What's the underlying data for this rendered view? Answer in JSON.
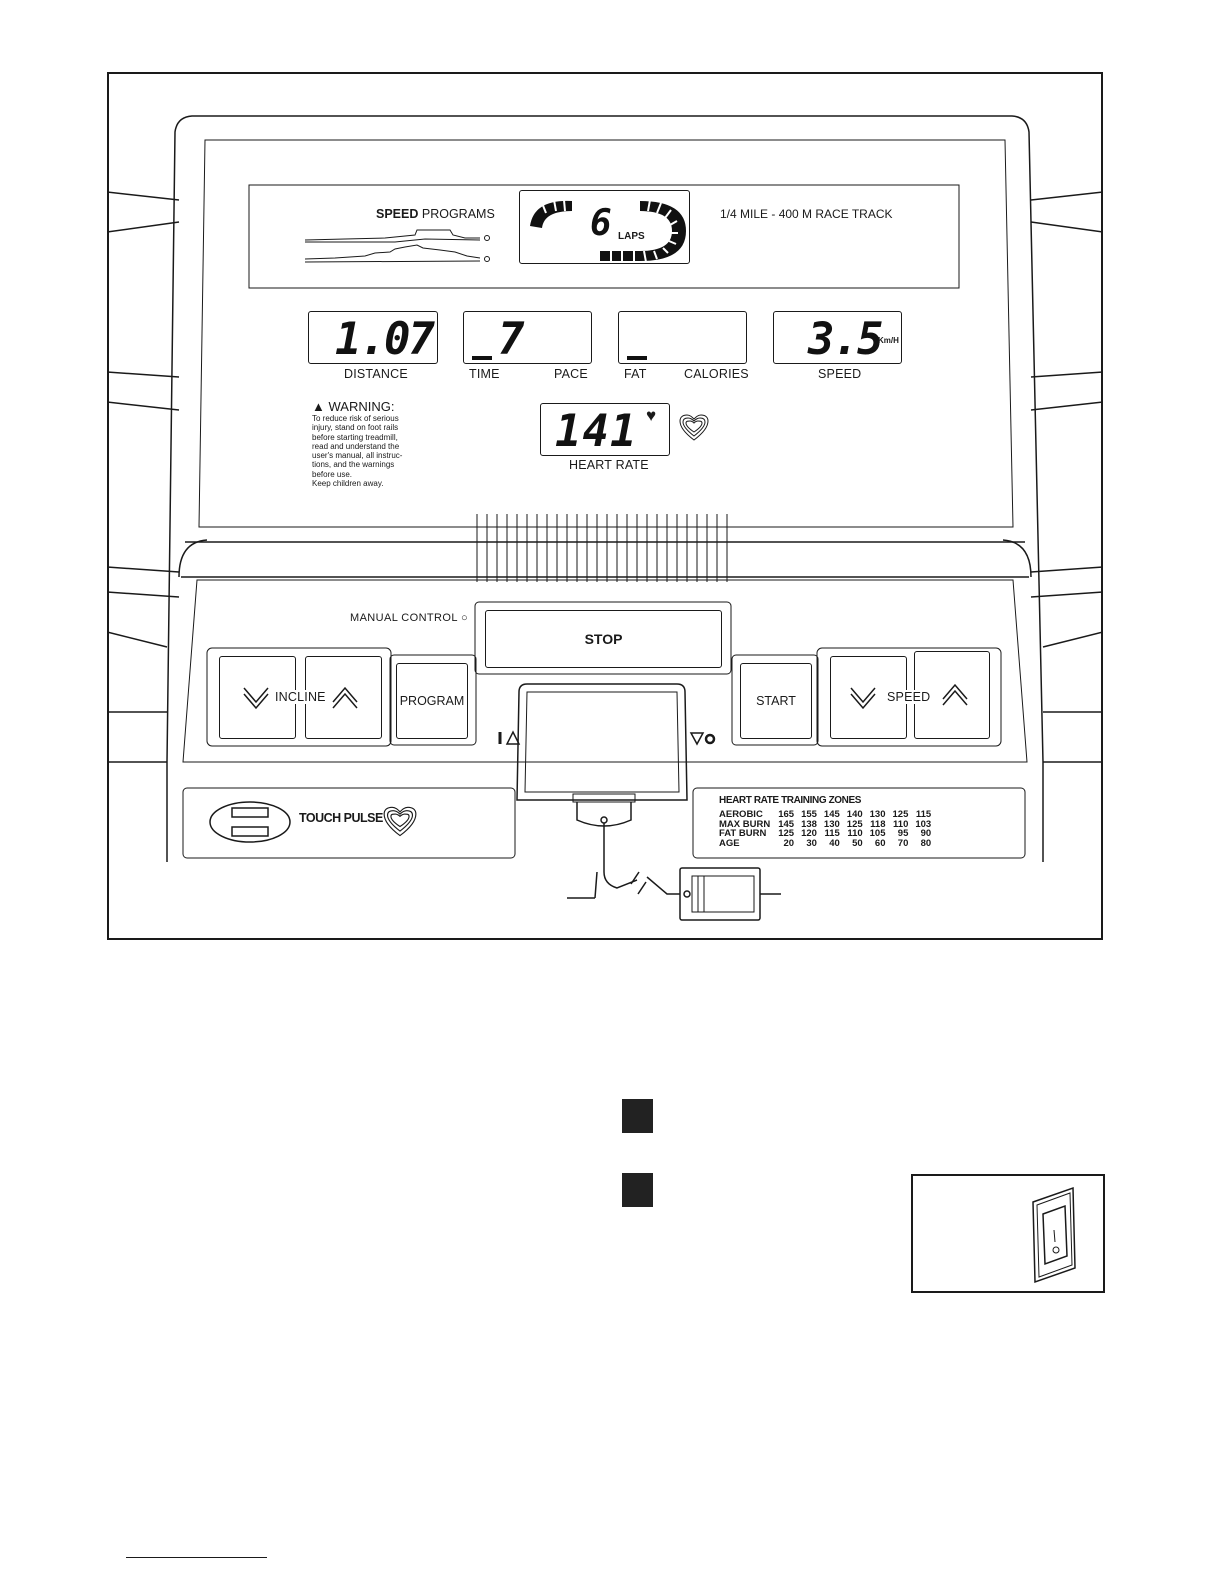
{
  "console": {
    "speed_programs_bold": "SPEED",
    "speed_programs_rest": " PROGRAMS",
    "race_track_label": "1/4 MILE - 400 M  RACE TRACK",
    "laps_value": "6",
    "laps_label": "LAPS",
    "displays": {
      "distance": {
        "value": "1.07",
        "label": "DISTANCE"
      },
      "time_pace": {
        "value": "7",
        "label_left": "TIME",
        "label_right": "PACE"
      },
      "fat_calories": {
        "value": "",
        "label_left": "FAT",
        "label_right": "CALORIES"
      },
      "speed": {
        "value": "3.5",
        "unit": "Km/H",
        "label": "SPEED"
      },
      "heart_rate": {
        "value": "141",
        "label": "HEART RATE"
      }
    },
    "warning": {
      "title": "WARNING:",
      "lines": [
        "To reduce risk of serious",
        "injury, stand on foot rails",
        "before starting treadmill,",
        "read and understand the",
        "user's manual, all instruc-",
        "tions, and the warnings",
        "before use.",
        "Keep  children  away."
      ]
    },
    "manual_control_label": "MANUAL CONTROL",
    "buttons": {
      "stop": "STOP",
      "incline": "INCLINE",
      "program": "PROGRAM",
      "start": "START",
      "speed": "SPEED"
    },
    "touch_pulse_label": "TOUCH PULSE",
    "hr_zones": {
      "title": "HEART RATE TRAINING ZONES",
      "rows": [
        {
          "name": "AEROBIC",
          "values": [
            "165",
            "155",
            "145",
            "140",
            "130",
            "125",
            "115"
          ]
        },
        {
          "name": "MAX BURN",
          "values": [
            "145",
            "138",
            "130",
            "125",
            "118",
            "110",
            "103"
          ]
        },
        {
          "name": "FAT BURN",
          "values": [
            "125",
            "120",
            "115",
            "110",
            "105",
            "95",
            "90"
          ]
        },
        {
          "name": "AGE",
          "values": [
            "20",
            "30",
            "40",
            "50",
            "60",
            "70",
            "80"
          ]
        }
      ]
    }
  },
  "colors": {
    "ink": "#1a1a1a",
    "step_box": "#222222"
  }
}
